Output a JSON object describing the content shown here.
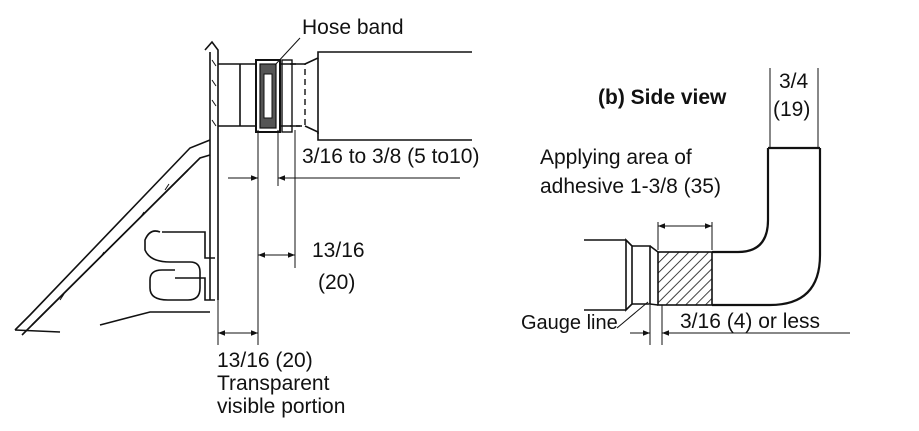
{
  "left_view": {
    "hose_band": "Hose band",
    "dim_top": "3/16 to 3/8 (5 to10)",
    "dim_mid_1": "13/16",
    "dim_mid_2": "(20)",
    "dim_bottom": "13/16  (20)",
    "transparent_1": "Transparent",
    "transparent_2": "visible portion"
  },
  "side_view": {
    "title": "(b) Side view",
    "dim_pipe_1": "3/4",
    "dim_pipe_2": "(19)",
    "adhesive_1": "Applying area of",
    "adhesive_2": "adhesive 1-3/8 (35)",
    "gauge_line": "Gauge line",
    "dim_gauge": "3/16 (4) or less"
  }
}
